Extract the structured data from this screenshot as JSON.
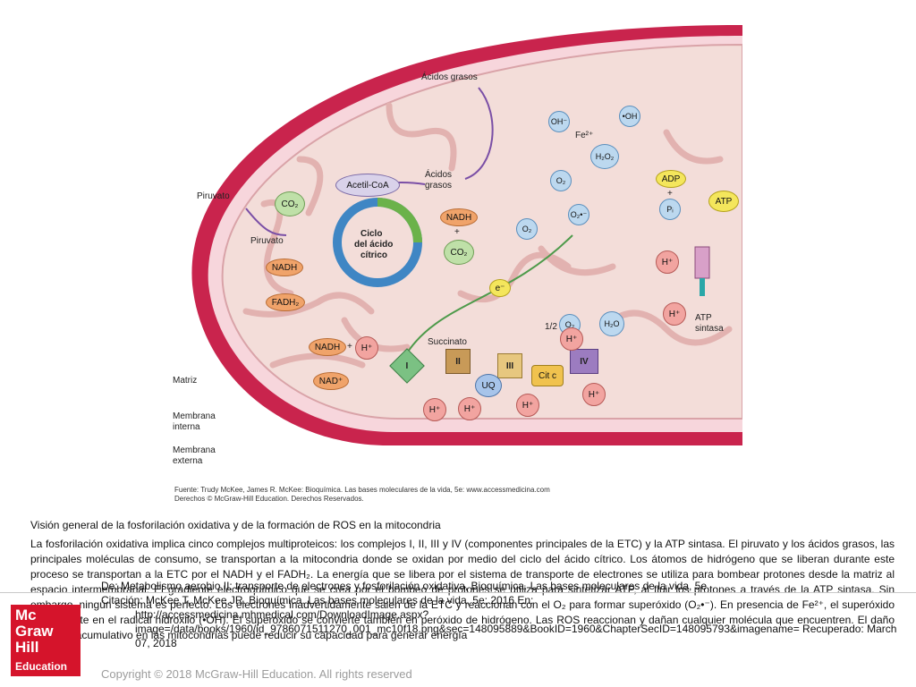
{
  "figure": {
    "labels": {
      "acidos_grasos_top": "Ácidos grasos",
      "acetil_coa": "Acetil-CoA",
      "acidos_grasos_mid_1": "Ácidos",
      "acidos_grasos_mid_2": "grasos",
      "piruvato_1": "Piruvato",
      "piruvato_2": "Piruvato",
      "co2_left": "CO₂",
      "co2_right": "CO₂",
      "nadh_left": "NADH",
      "nadh_right": "NADH",
      "plus_right": "+",
      "fadh2": "FADH₂",
      "ciclo_1": "Ciclo",
      "ciclo_2": "del ácido",
      "ciclo_3": "cítrico",
      "oh_minus": "OH⁻",
      "oh_radical": "•OH",
      "fe2": "Fe²⁺",
      "h2o2": "H₂O₂",
      "o2_a": "O₂",
      "o2_b": "O₂",
      "o2_radical": "O₂•⁻",
      "adp": "ADP",
      "plus_adp": "+",
      "pi": "Pᵢ",
      "atp": "ATP",
      "e_minus": "e⁻",
      "half": "1/2",
      "o2_c": "O₂",
      "h2o": "H₂O",
      "succinato": "Succinato",
      "nadh_bottom": "NADH",
      "plus_bottom": "+",
      "h_plus_nadh": "H⁺",
      "nad_plus": "NAD⁺",
      "complex_i": "I",
      "complex_ii": "II",
      "complex_iii": "III",
      "complex_iv": "IV",
      "uq": "UQ",
      "cit_c": "Cit c",
      "h_plus": "H⁺",
      "atp_sintasa_1": "ATP",
      "atp_sintasa_2": "sintasa",
      "matriz": "Matriz",
      "membrana_interna_1": "Membrana",
      "membrana_interna_2": "interna",
      "membrana_externa_1": "Membrana",
      "membrana_externa_2": "externa"
    },
    "source_line_1": "Fuente: Trudy McKee, James R. McKee: Bioquímica. Las bases moleculares de la vida, 5e: www.accessmedicina.com",
    "source_line_2": "Derechos © McGraw-Hill Education. Derechos Reservados."
  },
  "caption": {
    "title": "Visión general de la fosforilación oxidativa y de la formación de ROS en la mitocondria",
    "body": "La fosforilación oxidativa implica cinco complejos multiproteicos: los complejos I, II, III y IV (componentes principales de la ETC) y la ATP sintasa. El piruvato y los ácidos grasos, las principales moléculas de consumo, se transportan a la mitocondria donde se oxidan por medio del ciclo del ácido cítrico. Los átomos de hidrógeno que se liberan durante este proceso se transportan a la ETC por el NADH y el FADH₂. La energía que se libera por el sistema de transporte de electrones se utiliza para bombear protones desde la matriz al espacio intermembranal. El gradiente electroquímico que se crea por el bombeo de protones se utiliza para sintetizar ATP, al fluir los protones a través de la ATP sintasa. Sin embargo, ningún sistema es perfecto. Los electrones inadvertidamente salen de la ETC y reaccionan con el O₂ para formar superóxido (O₂•⁻). En presencia de Fe²⁺, el superóxido se convierte en el radical hidroxilo (•OH). El superóxido se convierte también en peróxido de hidrógeno. Las ROS reaccionan y dañan cualquier molécula que encuentren. El daño oxidativo acumulativo en las mitocondrias puede reducir su capacidad para generar energía"
  },
  "citation": {
    "line1": "De: Metabolismo aerobio II: transporte de electrones y fosforilación oxidativa, Bioquímica. Las bases moleculares de la vida, 5e",
    "line2": "Citación: McKee T, McKee JR. Bioquímica. Las bases moleculares de la vida, 5e; 2016 En:",
    "line3": "http://accessmedicina.mhmedical.com/DownloadImage.aspx?image=/data/books/1960/id_9786071511270_001_mc10f18.png&sec=148095889&BookID=1960&ChapterSecID=148095793&imagename= Recuperado: March 07, 2018"
  },
  "logo": {
    "line1a": "Mc",
    "line1b": "Graw",
    "line1c": "Hill",
    "line2": "Education"
  },
  "copyright": "Copyright © 2018 McGraw-Hill Education. All rights reserved",
  "colors": {
    "outer_membrane": "#c9244d",
    "matrix": "#f3ddd9",
    "cristae": "#e9c6c0",
    "orange_oval": "#f0a36a",
    "green_oval": "#bfe0a8",
    "blue_circle": "#bcd8ef",
    "h_plus": "#f2a4a0",
    "logo_red": "#d5142b"
  }
}
